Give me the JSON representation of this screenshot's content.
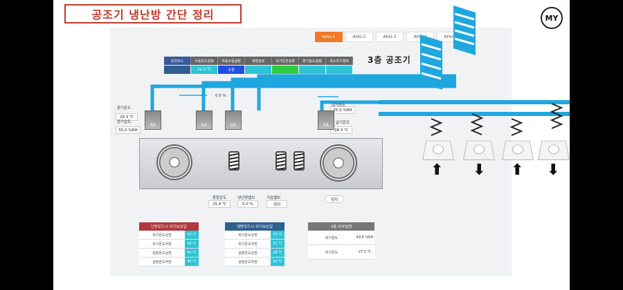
{
  "slide_title": "공조기 냉난방 간단 정리",
  "logo": "MY",
  "tabs": [
    "AHU-1",
    "AHU-2",
    "AHU-3",
    "AHU-4",
    "AHU-5"
  ],
  "active_tab": "AHU-1",
  "floor_title": "3층 공조기",
  "header_table": {
    "columns": [
      "운전모드",
      "수동온도설정",
      "자동수동설정",
      "계절설정",
      "외기운전설정",
      "환기습도설정",
      "최소외기댐퍼"
    ],
    "values": [
      "",
      "22.0 ℃",
      "수동",
      "",
      "",
      "",
      ""
    ]
  },
  "labels": {
    "return_temp_label": "환기온도",
    "return_temp": "28.3 ℃",
    "return_hum_label": "환기습도",
    "return_hum": "55.0 %RH",
    "supply_hum_label": "급기습도",
    "supply_hum": "55.0 %RH",
    "supply_temp_label": "급기온도",
    "supply_temp": "28.3 ℃",
    "damper_pct": "0.0 %",
    "mix_temp_label": "혼합온도",
    "mix_temp": "25.4 ℃",
    "valve_label": "냉난방밸브",
    "valve_val": "0.0 %",
    "humid_label": "가습밸브",
    "humid_val": "정지",
    "fan_status": "정지"
  },
  "dampers": [
    "RA",
    "EA",
    "OA",
    "SA"
  ],
  "panel_heating": {
    "title": "난방모드시 외기보상값",
    "rows": [
      [
        "외기온도상한",
        "10 ℃"
      ],
      [
        "외기온도하한",
        "18 ℃"
      ],
      [
        "설정온도상한",
        "60 ℃"
      ],
      [
        "설정온도하한",
        "30 ℃"
      ]
    ]
  },
  "panel_cooling": {
    "title": "냉방모드시 외기보상값",
    "rows": [
      [
        "외기온도상한",
        "33 ℃"
      ],
      [
        "외기온도하한",
        "22 ℃"
      ],
      [
        "설정온도상한",
        "28 ℃"
      ],
      [
        "설정온도하한",
        "22 ℃"
      ]
    ]
  },
  "panel_outdoor": {
    "title": "3층 외부설정",
    "rows": [
      [
        "외기습도",
        "49.6 %RH"
      ],
      [
        "외기온도",
        "27.5 ℃"
      ]
    ]
  },
  "colors": {
    "duct": "#1fa7e0",
    "accent": "#f07a2a",
    "heating": "#b0373d",
    "cooling": "#2f5f8f",
    "value": "#2ec4d6"
  }
}
